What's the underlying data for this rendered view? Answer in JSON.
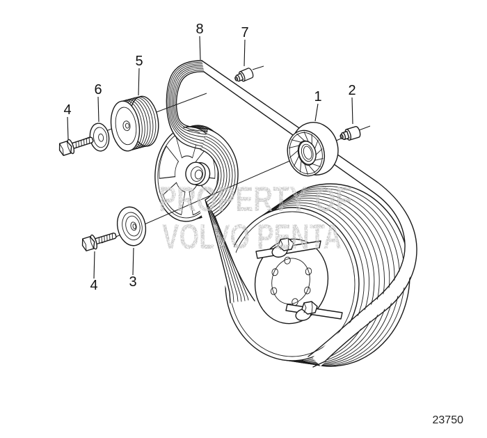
{
  "diagram": {
    "watermark": {
      "line1": "PROPERTY OF",
      "line2": "VOLVO PENTA"
    },
    "part_number": "23750",
    "colors": {
      "line": "#1a1a1a",
      "background": "#ffffff",
      "watermark": "#c6c6c6"
    },
    "callouts": [
      {
        "label": "1"
      },
      {
        "label": "2"
      },
      {
        "label": "3"
      },
      {
        "label": "4"
      },
      {
        "label": "4"
      },
      {
        "label": "5"
      },
      {
        "label": "6"
      },
      {
        "label": "7"
      },
      {
        "label": "8"
      }
    ]
  }
}
